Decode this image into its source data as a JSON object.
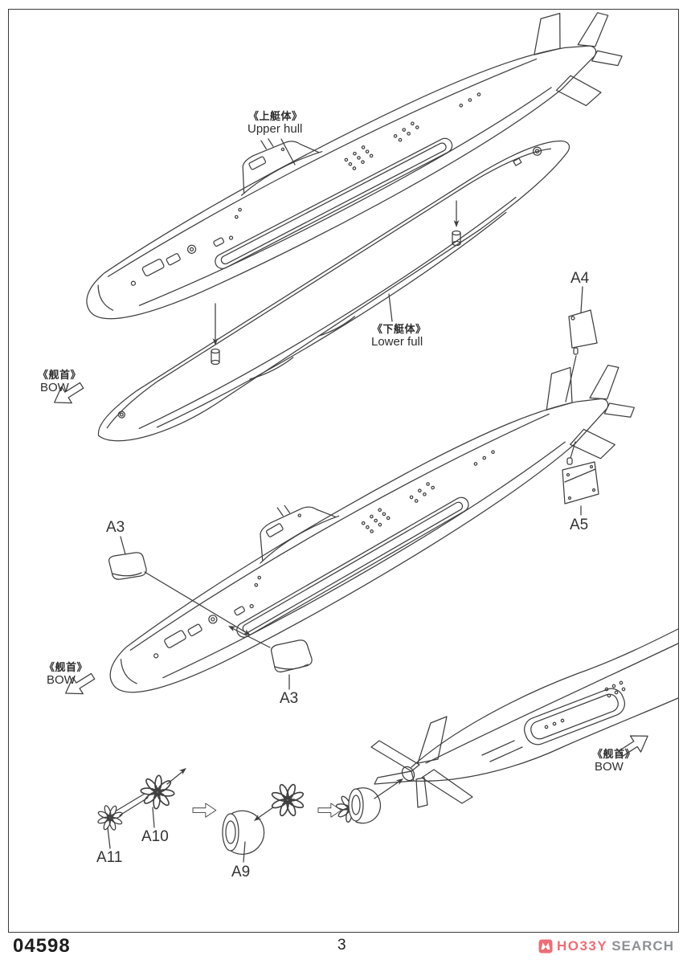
{
  "document": {
    "kind": "model-kit-assembly-instruction-page"
  },
  "drawing": {
    "line_color": "#3f3f3f",
    "paper_color": "#ffffff",
    "frame_color": "#3a3a3a"
  },
  "callouts": {
    "upper_hull": {
      "zh": "《上艇体》",
      "en": "Upper hull"
    },
    "lower_hull": {
      "zh": "《下艇体》",
      "en": "Lower full"
    },
    "bow": {
      "zh": "《舰首》",
      "en": "BOW"
    },
    "parts": {
      "a3": "A3",
      "a4": "A4",
      "a5": "A5",
      "a9": "A9",
      "a10": "A10",
      "a11": "A11"
    }
  },
  "footer": {
    "kit_number": "04598",
    "page_number": "3",
    "logo": {
      "icon": "hobby-search-logo",
      "word1": "HO33Y",
      "word2": "SEARCH",
      "accent_color": "#ec6e77",
      "muted_color": "#8d9195"
    }
  }
}
